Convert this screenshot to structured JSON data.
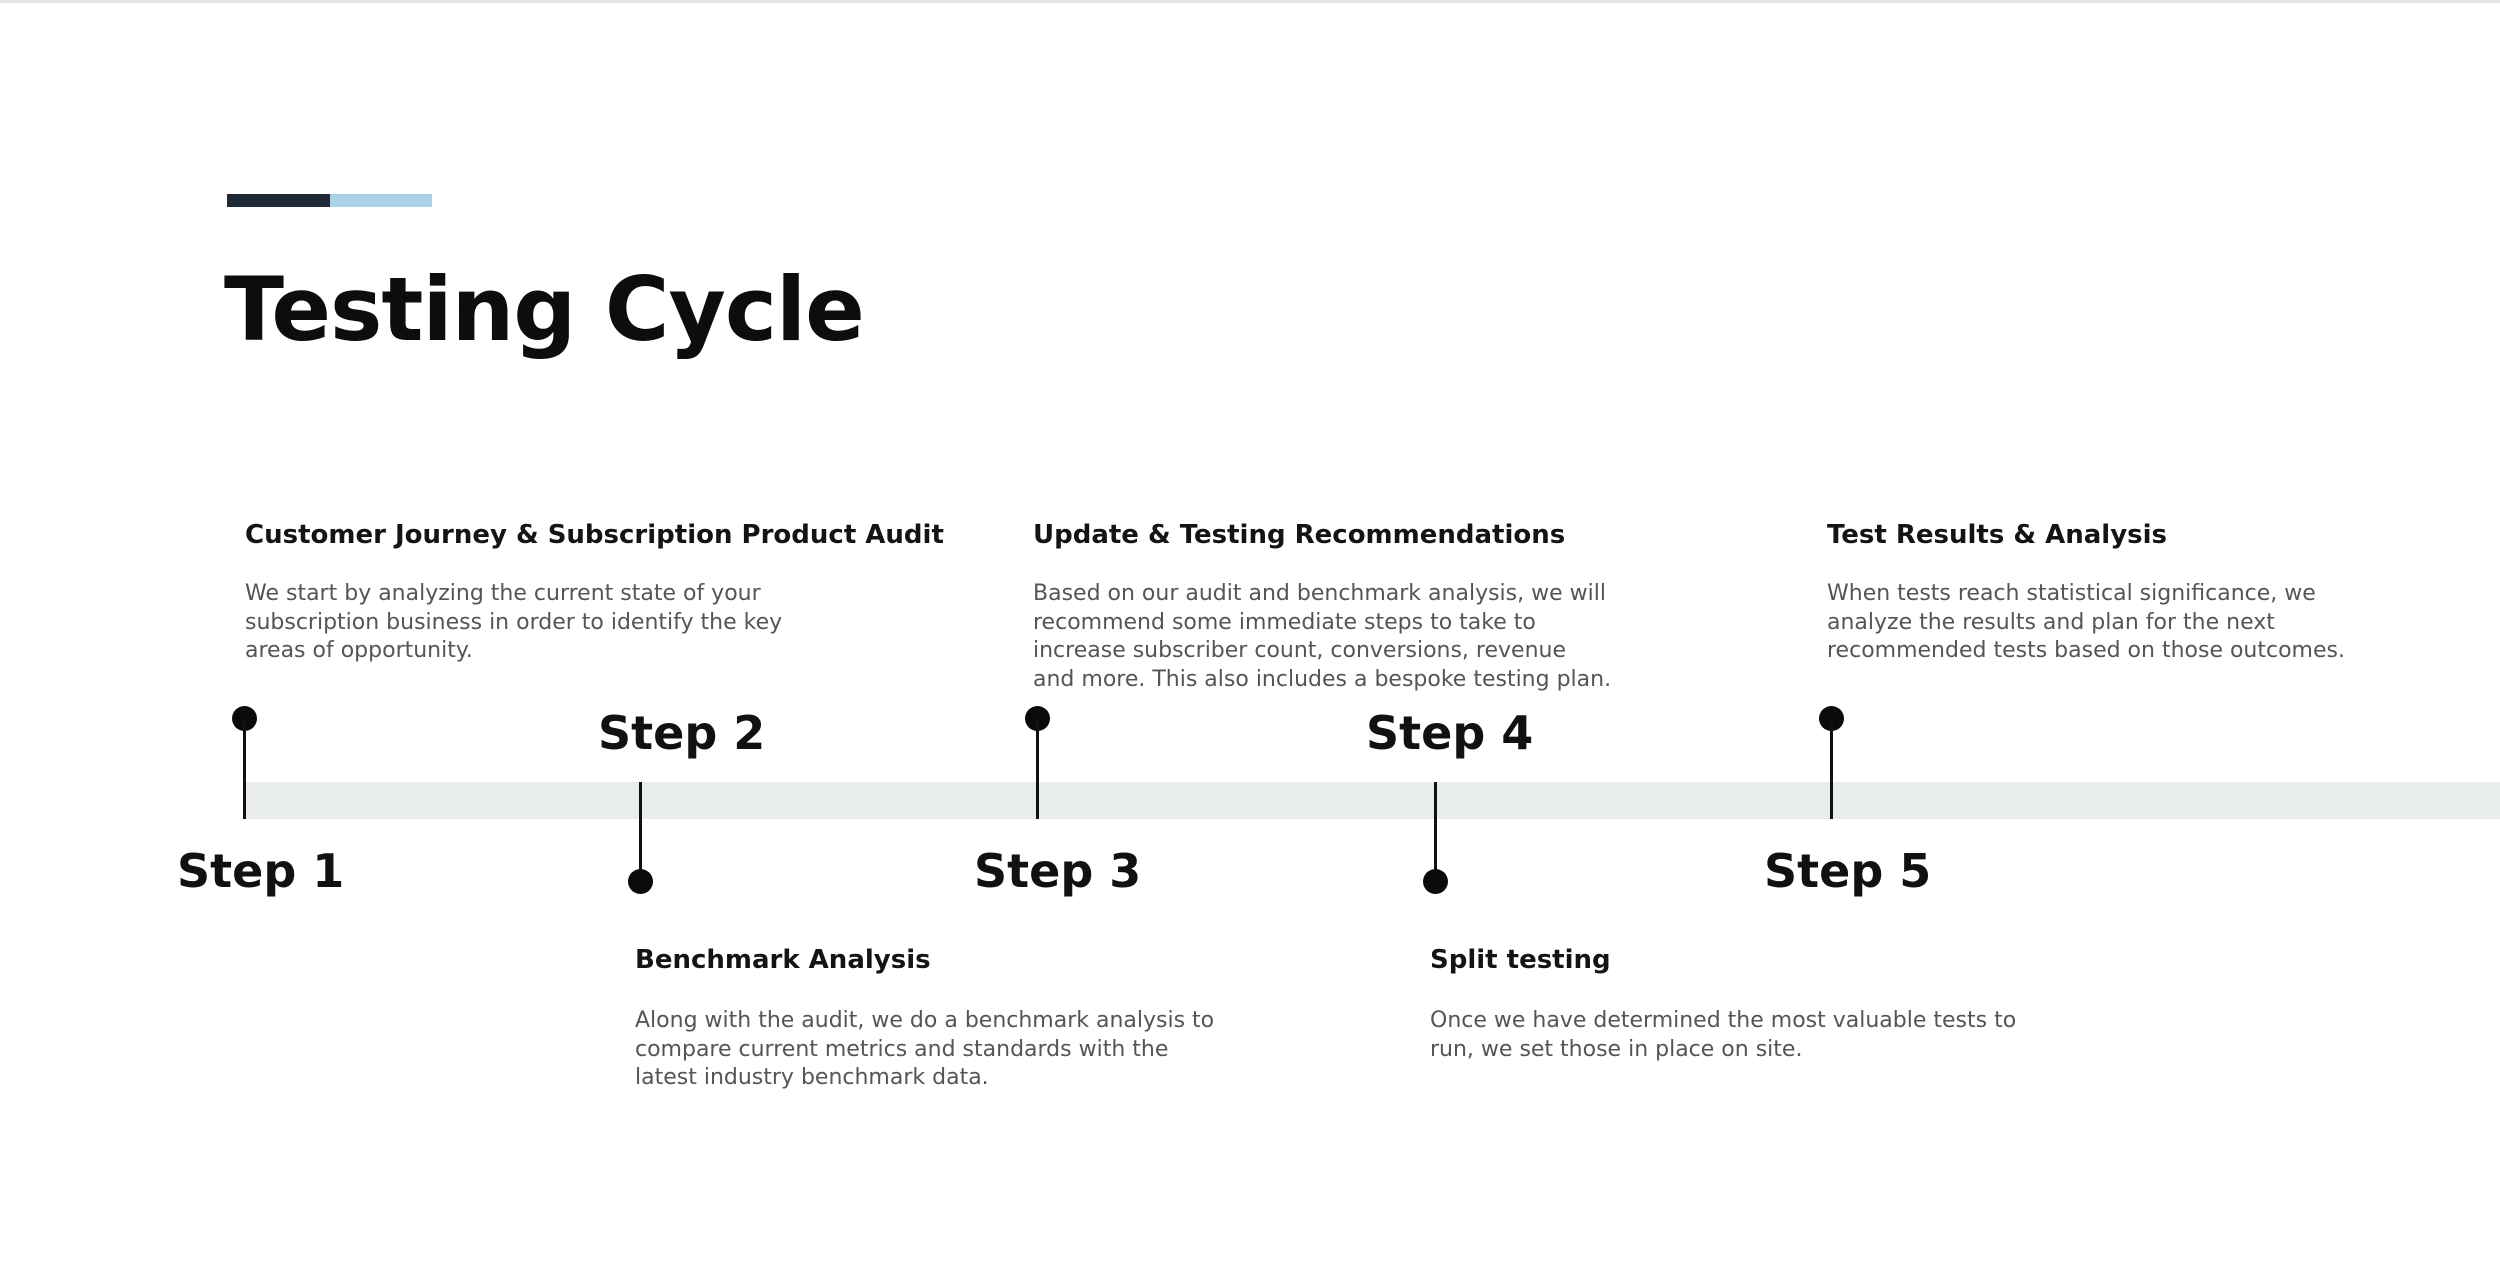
{
  "header": {
    "title": "Testing Cycle",
    "accent_colors": [
      "#1f2a36",
      "#a9d2ea"
    ]
  },
  "timeline": {
    "track_color": "#e8ecec",
    "steps": [
      {
        "label": "Step 1",
        "title": "Customer Journey & Subscription Product Audit",
        "description": "We start by analyzing the current state of your subscription business in order to identify the key areas of opportunity."
      },
      {
        "label": "Step 2",
        "title": "Benchmark Analysis",
        "description": "Along with the audit, we do a benchmark analysis to compare current metrics and standards with the latest industry benchmark data."
      },
      {
        "label": "Step 3",
        "title": "Update & Testing Recommendations",
        "description": "Based on our audit and benchmark analysis, we will recommend some immediate steps to take to increase subscriber count, conversions, revenue and more. This also includes a bespoke testing plan."
      },
      {
        "label": "Step 4",
        "title": "Split testing",
        "description": "Once we have determined the most valuable tests to run, we set those in place on site."
      },
      {
        "label": "Step 5",
        "title": "Test Results & Analysis",
        "description": "When tests reach statistical significance, we analyze the results and plan for the next recommended tests based on those outcomes."
      }
    ]
  }
}
